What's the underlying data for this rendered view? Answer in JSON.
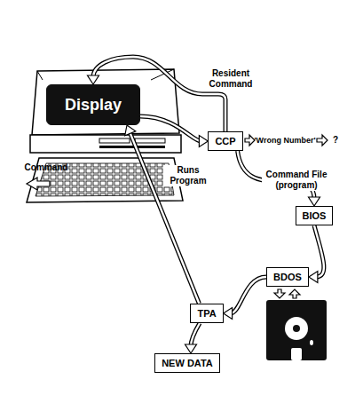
{
  "diagram": {
    "nodes": [
      {
        "text": [
          "Display"
        ]
      },
      {
        "text": [
          "CCP"
        ]
      },
      {
        "text": [
          "BIOS"
        ]
      },
      {
        "text": [
          "BDOS"
        ]
      },
      {
        "text": [
          "TPA"
        ]
      },
      {
        "text": [
          "NEW DATA"
        ]
      }
    ],
    "edges": [
      {
        "from": 0,
        "to": 1,
        "arrow": "to"
      },
      {
        "from": 1,
        "to": 0,
        "label": "Resident Command",
        "arrow": "to"
      },
      {
        "from": 1,
        "to": 2,
        "label": "Command File (program)",
        "arrow": "to"
      },
      {
        "from": 2,
        "to": 3,
        "arrow": "to"
      },
      {
        "from": 3,
        "to": 4,
        "arrow": "to"
      },
      {
        "from": 4,
        "to": 0,
        "label": "Runs Program",
        "arrow": "to"
      },
      {
        "from": 4,
        "to": 5,
        "arrow": "to"
      }
    ],
    "labels": [
      "'Wrong Number'",
      "?",
      "Command"
    ]
  }
}
